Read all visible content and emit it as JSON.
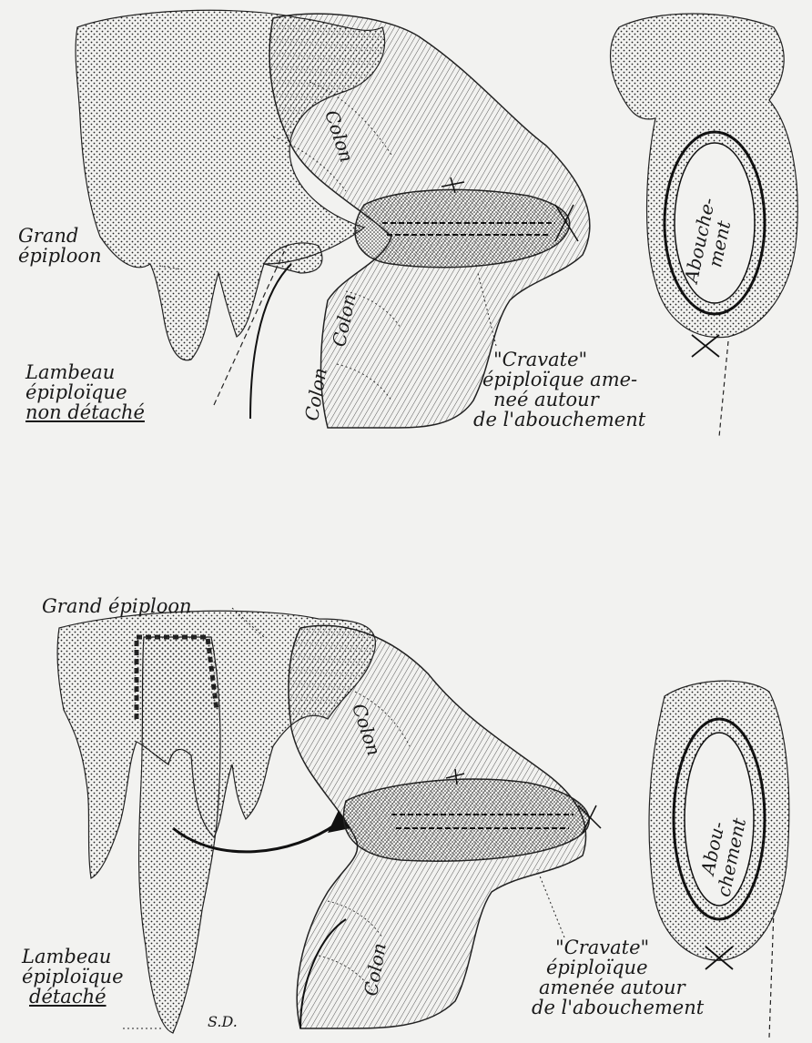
{
  "top": {
    "grand_epiploon": [
      "Grand",
      "épiploon"
    ],
    "colon_upper": "Colon",
    "colon_lower": "Colon",
    "colon_left": "Colon",
    "abouchement": [
      "Abouche-",
      "ment"
    ],
    "lambeau": [
      "Lambeau",
      "épiploïque",
      "non détaché"
    ],
    "cravate": [
      "\"Cravate\"",
      "épiploïque ame-",
      "neé autour",
      "de l'abouchement"
    ]
  },
  "bottom": {
    "grand_epiploon": "Grand épiploon",
    "colon_upper": "Colon",
    "colon_lower": "Colon",
    "abouchement": [
      "Abou-",
      "chement"
    ],
    "lambeau": [
      "Lambeau",
      "épiploïque",
      "détaché"
    ],
    "cravate": [
      "\"Cravate\"",
      "épiploïque",
      "amenée autour",
      "de l'abouchement"
    ],
    "signature": "S.D."
  },
  "colors": {
    "ink": "#1a1a1a",
    "paper": "#f2f2f0"
  }
}
